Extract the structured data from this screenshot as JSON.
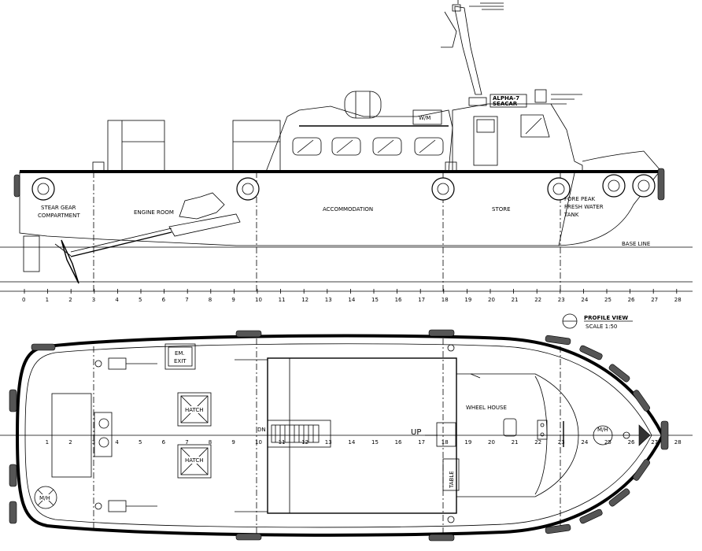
{
  "profile": {
    "compartments": [
      {
        "key": "stear",
        "line1": "STEAR GEAR",
        "line2": "COMPARTMENT"
      },
      {
        "key": "engine",
        "line1": "ENGINE ROOM"
      },
      {
        "key": "accommodation",
        "line1": "ACCOMMODATION"
      },
      {
        "key": "store",
        "line1": "STORE"
      },
      {
        "key": "forepeak",
        "line1": "FORE PEAK",
        "line2": "FRESH WATER",
        "line3": "TANK"
      }
    ],
    "base_line": "BASE LINE",
    "wm_label": "W/M",
    "vessel_name_1": "ALPHA-7",
    "vessel_name_2": "SEACAR"
  },
  "frame_scale": {
    "labels": [
      "0",
      "1",
      "2",
      "3",
      "4",
      "5",
      "6",
      "7",
      "8",
      "9",
      "10",
      "11",
      "12",
      "13",
      "14",
      "15",
      "16",
      "17",
      "18",
      "19",
      "20",
      "21",
      "22",
      "23",
      "24",
      "25",
      "26",
      "27",
      "28"
    ]
  },
  "title_block": {
    "symbol": "−",
    "title": "PROFILE VIEW",
    "scale": "SCALE 1:50"
  },
  "plan": {
    "em_exit_1": "EM.",
    "em_exit_2": "EXIT",
    "hatch_label": "HATCH",
    "wheel_house": "WHEEL HOUSE",
    "table": "TABLE",
    "up_label": "UP",
    "dn_label": "DN",
    "mh_label": "M/H",
    "frame_labels": [
      "1",
      "2",
      "3",
      "4",
      "5",
      "6",
      "7",
      "8",
      "9",
      "10",
      "11",
      "12",
      "13",
      "14",
      "15",
      "16",
      "17",
      "18",
      "19",
      "20",
      "21",
      "22",
      "23",
      "24",
      "25",
      "26",
      "27",
      "28"
    ]
  }
}
